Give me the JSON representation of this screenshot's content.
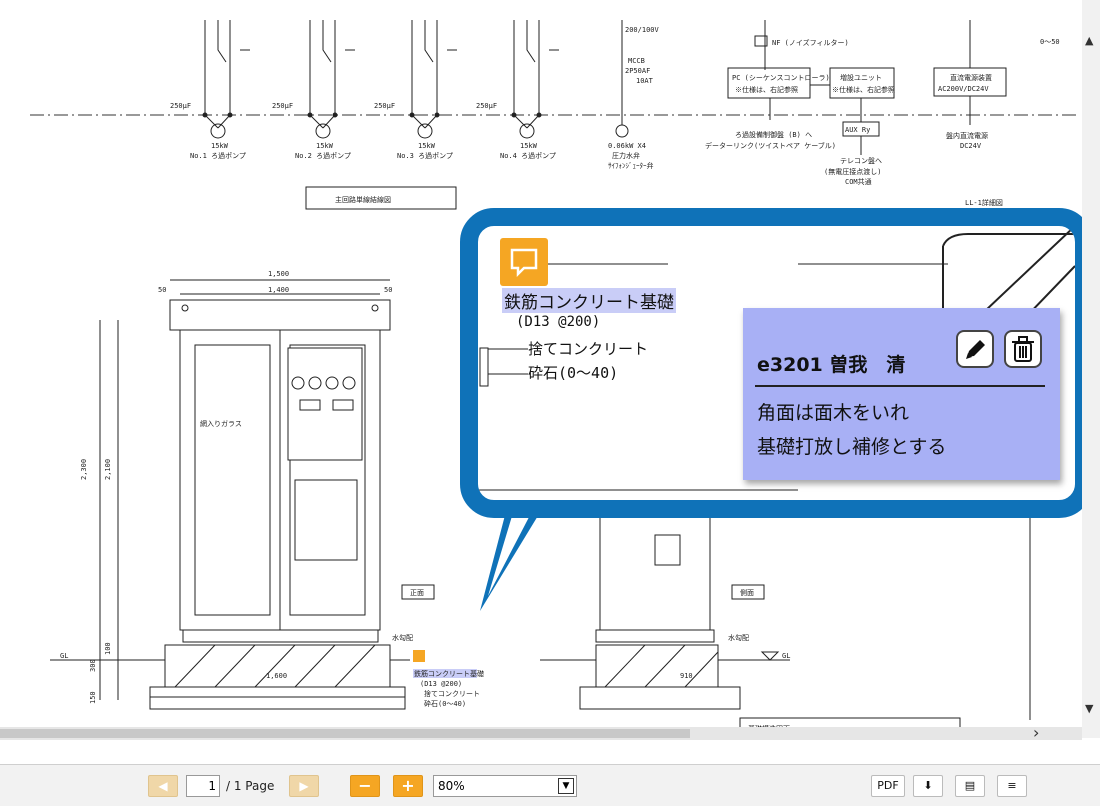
{
  "drawing": {
    "pumps": [
      "No.1 ろ過ポンプ",
      "No.2 ろ過ポンプ",
      "No.3 ろ過ポンプ",
      "No.4 ろ過ポンプ"
    ],
    "pump_rating": "15kW",
    "capacitor": "250μF",
    "supply_label": "200/100V",
    "mccb_label": "MCCB",
    "mccb_rating": "2P50AF",
    "mccb_trip": "10AT",
    "pressure_pump": "圧力水弁",
    "pressure_pump_sub": "ｻｲﾌｫﾝｼﾞｪｰﾀｰ弁",
    "pressure_rating": "0.06kW X4",
    "nf_label": "NF (ノイズフィルター)",
    "pc_label": "PC (シーケンスコントローラ)",
    "pc_note": "※仕様は、右記参照",
    "hidden_unit": "増設ユニット",
    "hidden_note": "※仕様は、右記参照",
    "aux_label": "AUX Ry",
    "filter_panel": "ろ過設備制御盤 (B) へ",
    "data_link": "データーリンク(ツイストペア ケーブル)",
    "telecon": "テレコン盤へ",
    "telecon_sub": "(無電圧接点渡し)",
    "telecon_sub2": "COM共通",
    "dc_supply": "直流電源装置",
    "dc_supply_spec": "AC200V/DC24V",
    "internal_dc": "盤内直流電源",
    "internal_dc_spec": "DC24V",
    "top_right": "0～50",
    "diagram_title": "主回路単線結線図",
    "detail_title": "LL-1詳細図",
    "front_view": "正面",
    "side_view": "側面",
    "dim_1500": "1,500",
    "dim_1400": "1,400",
    "dim_50a": "50",
    "dim_50b": "50",
    "dim_2300": "2,300",
    "dim_2100": "2,100",
    "dim_1600": "1,600",
    "dim_910": "910",
    "dim_100": "100",
    "dim_300": "300",
    "dim_150": "150",
    "glass": "網入りガラス",
    "water_grad": "水勾配",
    "water_grad_side": "水勾配",
    "gl": "GL",
    "gl_side": "GL",
    "small_foundation": "鉄筋コンクリート基礎",
    "small_d13": "(D13 @200)",
    "small_sute": "捨てコンクリート",
    "small_gravel": "砕石(0～40)",
    "foundation_plan": "基礎構造図面"
  },
  "callout": {
    "foundation": "鉄筋コンクリート基礎",
    "d13": "(D13 @200)",
    "sute": "捨てコンクリート",
    "gravel": "砕石(0～40)"
  },
  "comment": {
    "author": "e3201 曽我　清",
    "lines": [
      "角面は面木をいれ",
      "基礎打放し補修とする"
    ]
  },
  "toolbar": {
    "page_value": "1",
    "page_label": "/ 1 Page",
    "zoom": "80%",
    "pdf_label": "PDF"
  },
  "colors": {
    "accent": "#0f72b8",
    "comment_bg": "#a8b0f5",
    "comment_icon": "#f5a623",
    "highlight": "#c9cdf7"
  }
}
